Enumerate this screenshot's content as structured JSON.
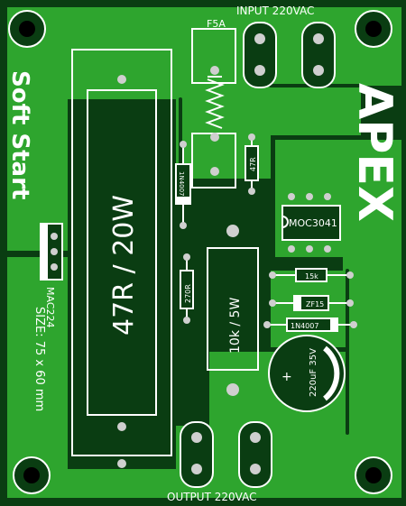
{
  "board": {
    "colors": {
      "substrate": "#0a3d12",
      "copper": "#2ea52e",
      "silkscreen": "#ffffff",
      "pad": "#cfcfcf"
    },
    "labels": {
      "input": "INPUT 220VAC",
      "output": "OUTPUT 220VAC",
      "title": "Soft Start",
      "brand": "APEX",
      "size": "SIZE: 75 x 60 mm",
      "mac": "MAC224"
    },
    "components": {
      "fuse": "F5A",
      "resistor_main": "47R / 20W",
      "resistor_10k": "10k / 5W",
      "resistor_270r": "270R",
      "resistor_47r": "47R",
      "resistor_15k": "15k",
      "diode_top": "1N4007",
      "diode_bottom": "1N4007",
      "zener": "ZF15",
      "optocoupler": "MOC3041",
      "capacitor": "220uF 35V",
      "cap_plus": "+"
    }
  }
}
